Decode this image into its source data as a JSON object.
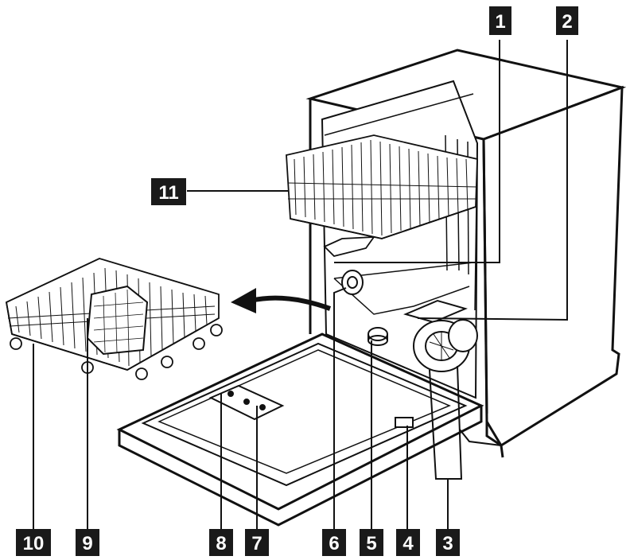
{
  "callouts": [
    {
      "id": "1",
      "label": "1"
    },
    {
      "id": "2",
      "label": "2"
    },
    {
      "id": "3",
      "label": "3"
    },
    {
      "id": "4",
      "label": "4"
    },
    {
      "id": "5",
      "label": "5"
    },
    {
      "id": "6",
      "label": "6"
    },
    {
      "id": "7",
      "label": "7"
    },
    {
      "id": "8",
      "label": "8"
    },
    {
      "id": "9",
      "label": "9"
    },
    {
      "id": "10",
      "label": "10"
    },
    {
      "id": "11",
      "label": "11"
    }
  ],
  "colors": {
    "ink": "#111111",
    "callout_bg": "#1a1a1a",
    "callout_text": "#ffffff"
  }
}
